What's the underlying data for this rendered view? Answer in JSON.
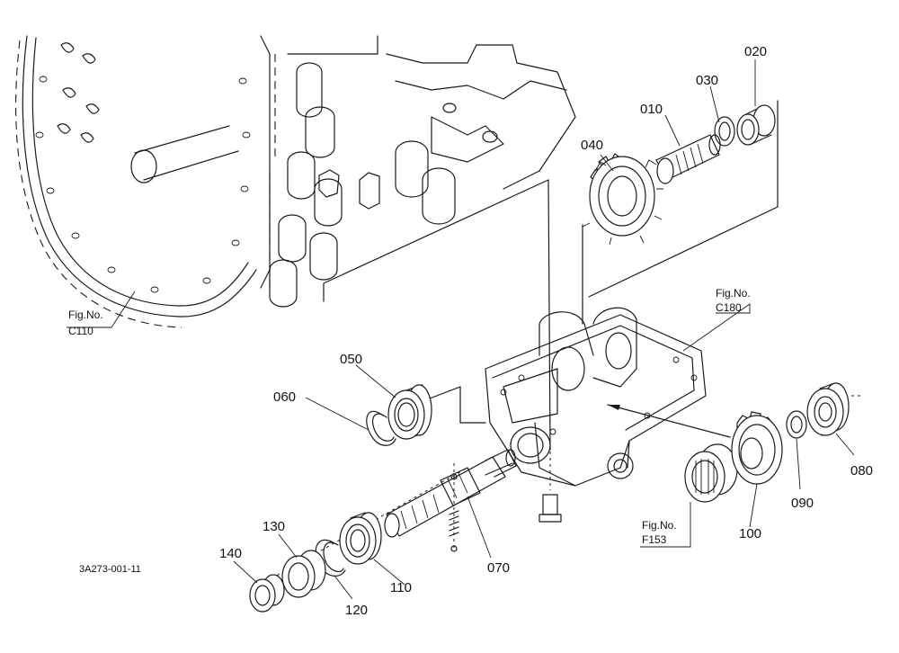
{
  "parts": [
    {
      "number": "010"
    },
    {
      "number": "020"
    },
    {
      "number": "030"
    },
    {
      "number": "040"
    },
    {
      "number": "050"
    },
    {
      "number": "060"
    },
    {
      "number": "070"
    },
    {
      "number": "080"
    },
    {
      "number": "090"
    },
    {
      "number": "100"
    },
    {
      "number": "110"
    },
    {
      "number": "120"
    },
    {
      "number": "130"
    },
    {
      "number": "140"
    }
  ],
  "figure_refs": [
    {
      "line1": "Fig.No.",
      "line2": "C110"
    },
    {
      "line1": "Fig.No.",
      "line2": "C180"
    },
    {
      "line1": "Fig.No.",
      "line2": "F153"
    }
  ],
  "diagram_code": "3A273-001-11"
}
